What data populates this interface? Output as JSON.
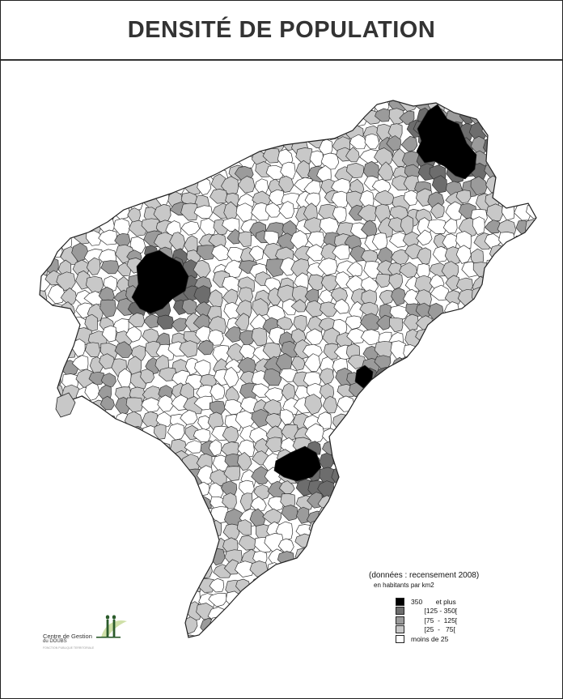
{
  "title": "DENSITÉ DE POPULATION",
  "colors": {
    "class_350_plus": "#000000",
    "class_125_350": "#6d6d6d",
    "class_75_125": "#9b9b9b",
    "class_25_75": "#c8c8c8",
    "class_under_25": "#ffffff",
    "border": "#333333"
  },
  "legend": {
    "source": "(données : recensement 2008)",
    "unit": "en habitants par km2",
    "items": [
      {
        "label": "350       et plus",
        "color": "#000000"
      },
      {
        "label": "       [125 - 350[",
        "color": "#6d6d6d"
      },
      {
        "label": "       [75  -  125[",
        "color": "#9b9b9b"
      },
      {
        "label": "       [25  -   75[",
        "color": "#c8c8c8"
      },
      {
        "label": "moins de 25",
        "color": "#ffffff"
      }
    ]
  },
  "logo": {
    "line1": "Centre de Gestion",
    "line2": "du DOUBS",
    "line3": "FONCTION PUBLIQUE TERRITORIALE"
  }
}
